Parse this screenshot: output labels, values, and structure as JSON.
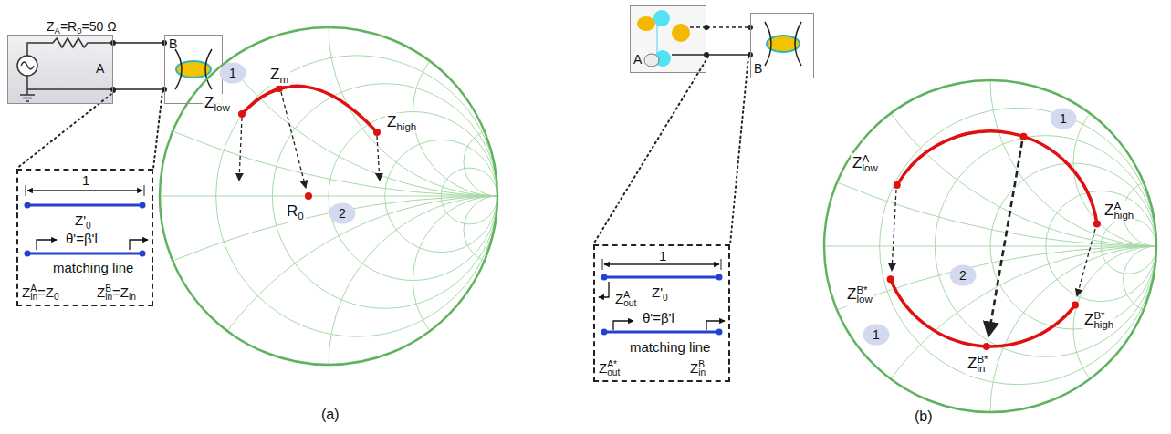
{
  "diagram": {
    "nodes": [
      {
        "text": [
          "ZA=R0=50 Ω",
          "A"
        ]
      },
      {
        "text": [
          "B"
        ]
      },
      {
        "text": [
          "1",
          "Z'0",
          "θ'=β'l",
          "matching line",
          "ZAin=Z0",
          "ZBin=Zin"
        ]
      },
      {
        "text": [
          "1"
        ]
      },
      {
        "text": [
          "2"
        ]
      },
      {
        "text": [
          "A"
        ]
      },
      {
        "text": [
          "B"
        ]
      },
      {
        "text": [
          "1",
          "Z'0",
          "ZAout",
          "θ'=β'l",
          "matching line",
          "ZA*out",
          "ZBin"
        ]
      },
      {
        "text": [
          "1"
        ]
      },
      {
        "text": [
          "2"
        ]
      },
      {
        "text": [
          "1"
        ]
      }
    ],
    "edges": [
      {
        "from": 0,
        "to": 1,
        "arrow": "none"
      },
      {
        "from": 0,
        "to": 1,
        "arrow": "none"
      },
      {
        "from": 5,
        "to": 6,
        "arrow": "none"
      },
      {
        "from": 5,
        "to": 6,
        "arrow": "none"
      }
    ],
    "labels": [
      "Zlow",
      "Zm",
      "Zhigh",
      "R0",
      "(a)",
      "ZAlow",
      "ZAhigh",
      "ZB*low",
      "ZB*in",
      "ZB*high",
      "(b)"
    ]
  }
}
